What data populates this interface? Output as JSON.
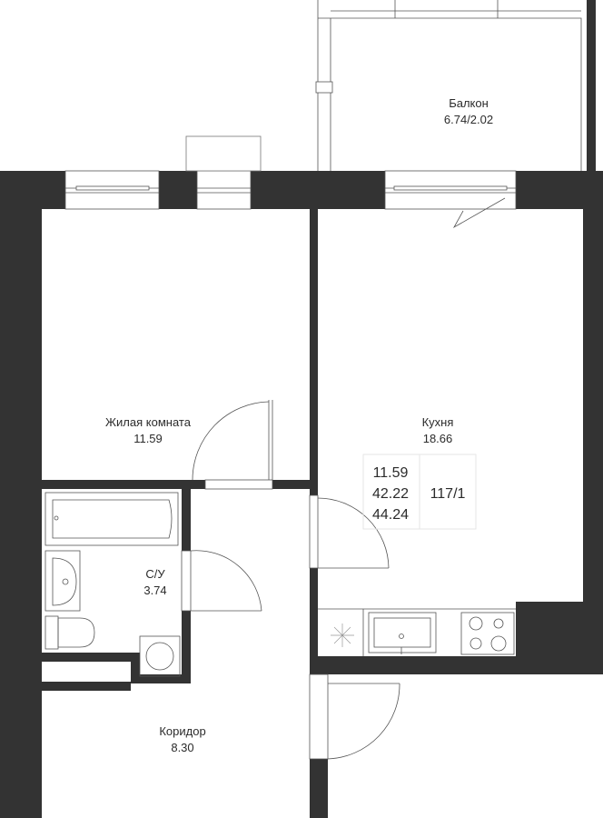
{
  "colors": {
    "wall": "#333333",
    "fixture_stroke": "#888888",
    "text": "#2b2b2b"
  },
  "rooms": [
    {
      "id": "balcony",
      "name": "Балкон",
      "area": "6.74/2.02"
    },
    {
      "id": "living",
      "name": "Жилая комната",
      "area": "11.59"
    },
    {
      "id": "kitchen",
      "name": "Кухня",
      "area": "18.66"
    },
    {
      "id": "bathroom",
      "name": "С/У",
      "area": "3.74"
    },
    {
      "id": "corridor",
      "name": "Коридор",
      "area": "8.30"
    }
  ],
  "summary": {
    "living_area": "11.59",
    "total_area": "42.22",
    "total_with_balcony": "44.24",
    "apartment_number": "117/1"
  }
}
